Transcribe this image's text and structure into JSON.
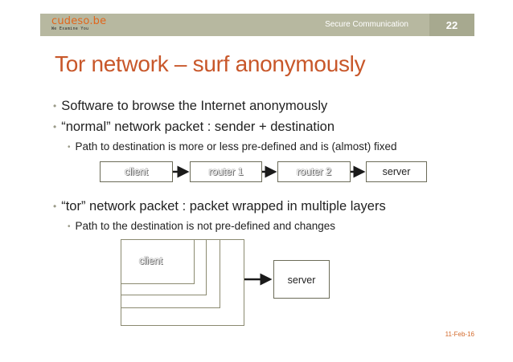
{
  "header": {
    "logo_text": "cudeso.be",
    "logo_tagline": "We Examine You",
    "title": "Secure Communication",
    "page_number": "22"
  },
  "slide": {
    "title": "Tor network – surf anonymously",
    "bullets": [
      {
        "text": "Software to browse the Internet anonymously"
      },
      {
        "text": "“normal” network packet : sender + destination",
        "sub": [
          "Path to destination is more or less pre-defined and is (almost) fixed"
        ]
      },
      {
        "text": "“tor” network packet : packet wrapped in multiple layers",
        "sub": [
          "Path to the destination is not pre-defined and changes"
        ]
      }
    ]
  },
  "normal_diagram": {
    "nodes": [
      "client",
      "router 1",
      "router 2",
      "server"
    ]
  },
  "tor_diagram": {
    "inner_label": "client",
    "server_label": "server"
  },
  "footer": {
    "date": "11-Feb-16"
  },
  "colors": {
    "title": "#c8572a",
    "header_bar": "#b7b8a0",
    "page_num_bg": "#a7a98f",
    "accent": "#e0661c",
    "box_border": "#6b6b58"
  }
}
